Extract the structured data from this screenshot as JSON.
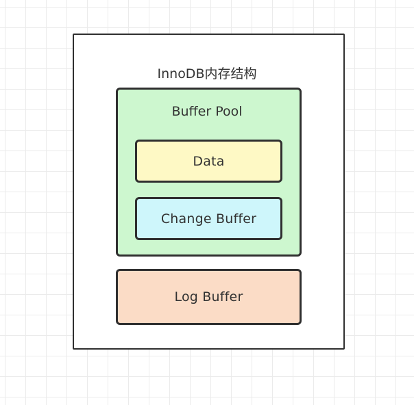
{
  "diagram": {
    "outer": {
      "label": "InnoDB内存结构",
      "fill": "#ffffff"
    },
    "buffer_pool": {
      "label": "Buffer Pool",
      "fill": "#cdf7cf"
    },
    "data": {
      "label": "Data",
      "fill": "#fef9c5"
    },
    "change_buffer": {
      "label": "Change Buffer",
      "fill": "#cef6fb"
    },
    "log_buffer": {
      "label": "Log Buffer",
      "fill": "#fbdcc6"
    }
  }
}
